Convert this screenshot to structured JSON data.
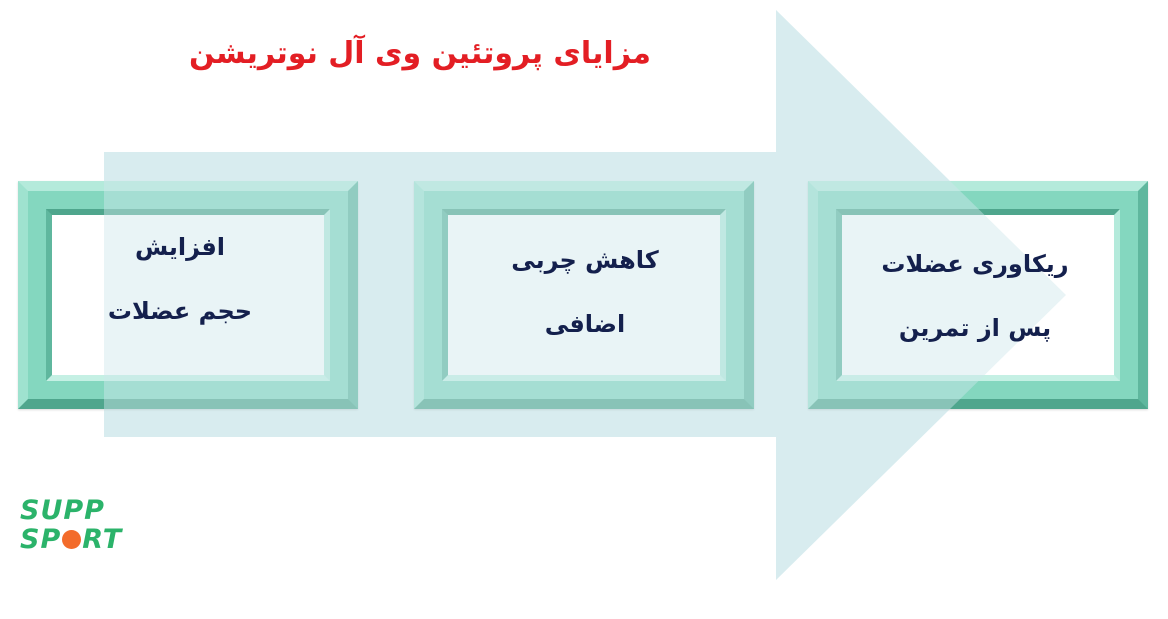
{
  "diagram": {
    "title": "مزایای پروتئین وی آل نوتریشن",
    "boxes": [
      {
        "line1": "افزایش",
        "line2": "حجم عضلات"
      },
      {
        "line1": "کاهش چربی",
        "line2": "اضافی"
      },
      {
        "line1": "ریکاوری عضلات",
        "line2": "پس از تمرین"
      }
    ]
  },
  "logo": {
    "line1": "SUPP",
    "line2_left": "SP",
    "line2_right": "RT",
    "logo_alt": "SUPP SPORT"
  },
  "colors": {
    "title": "#e31e24",
    "text": "#14204d",
    "frame": "#84d7bf",
    "arrow": "#d9eef0",
    "logo_green": "#2bb36a",
    "logo_orange": "#f36b2a"
  }
}
